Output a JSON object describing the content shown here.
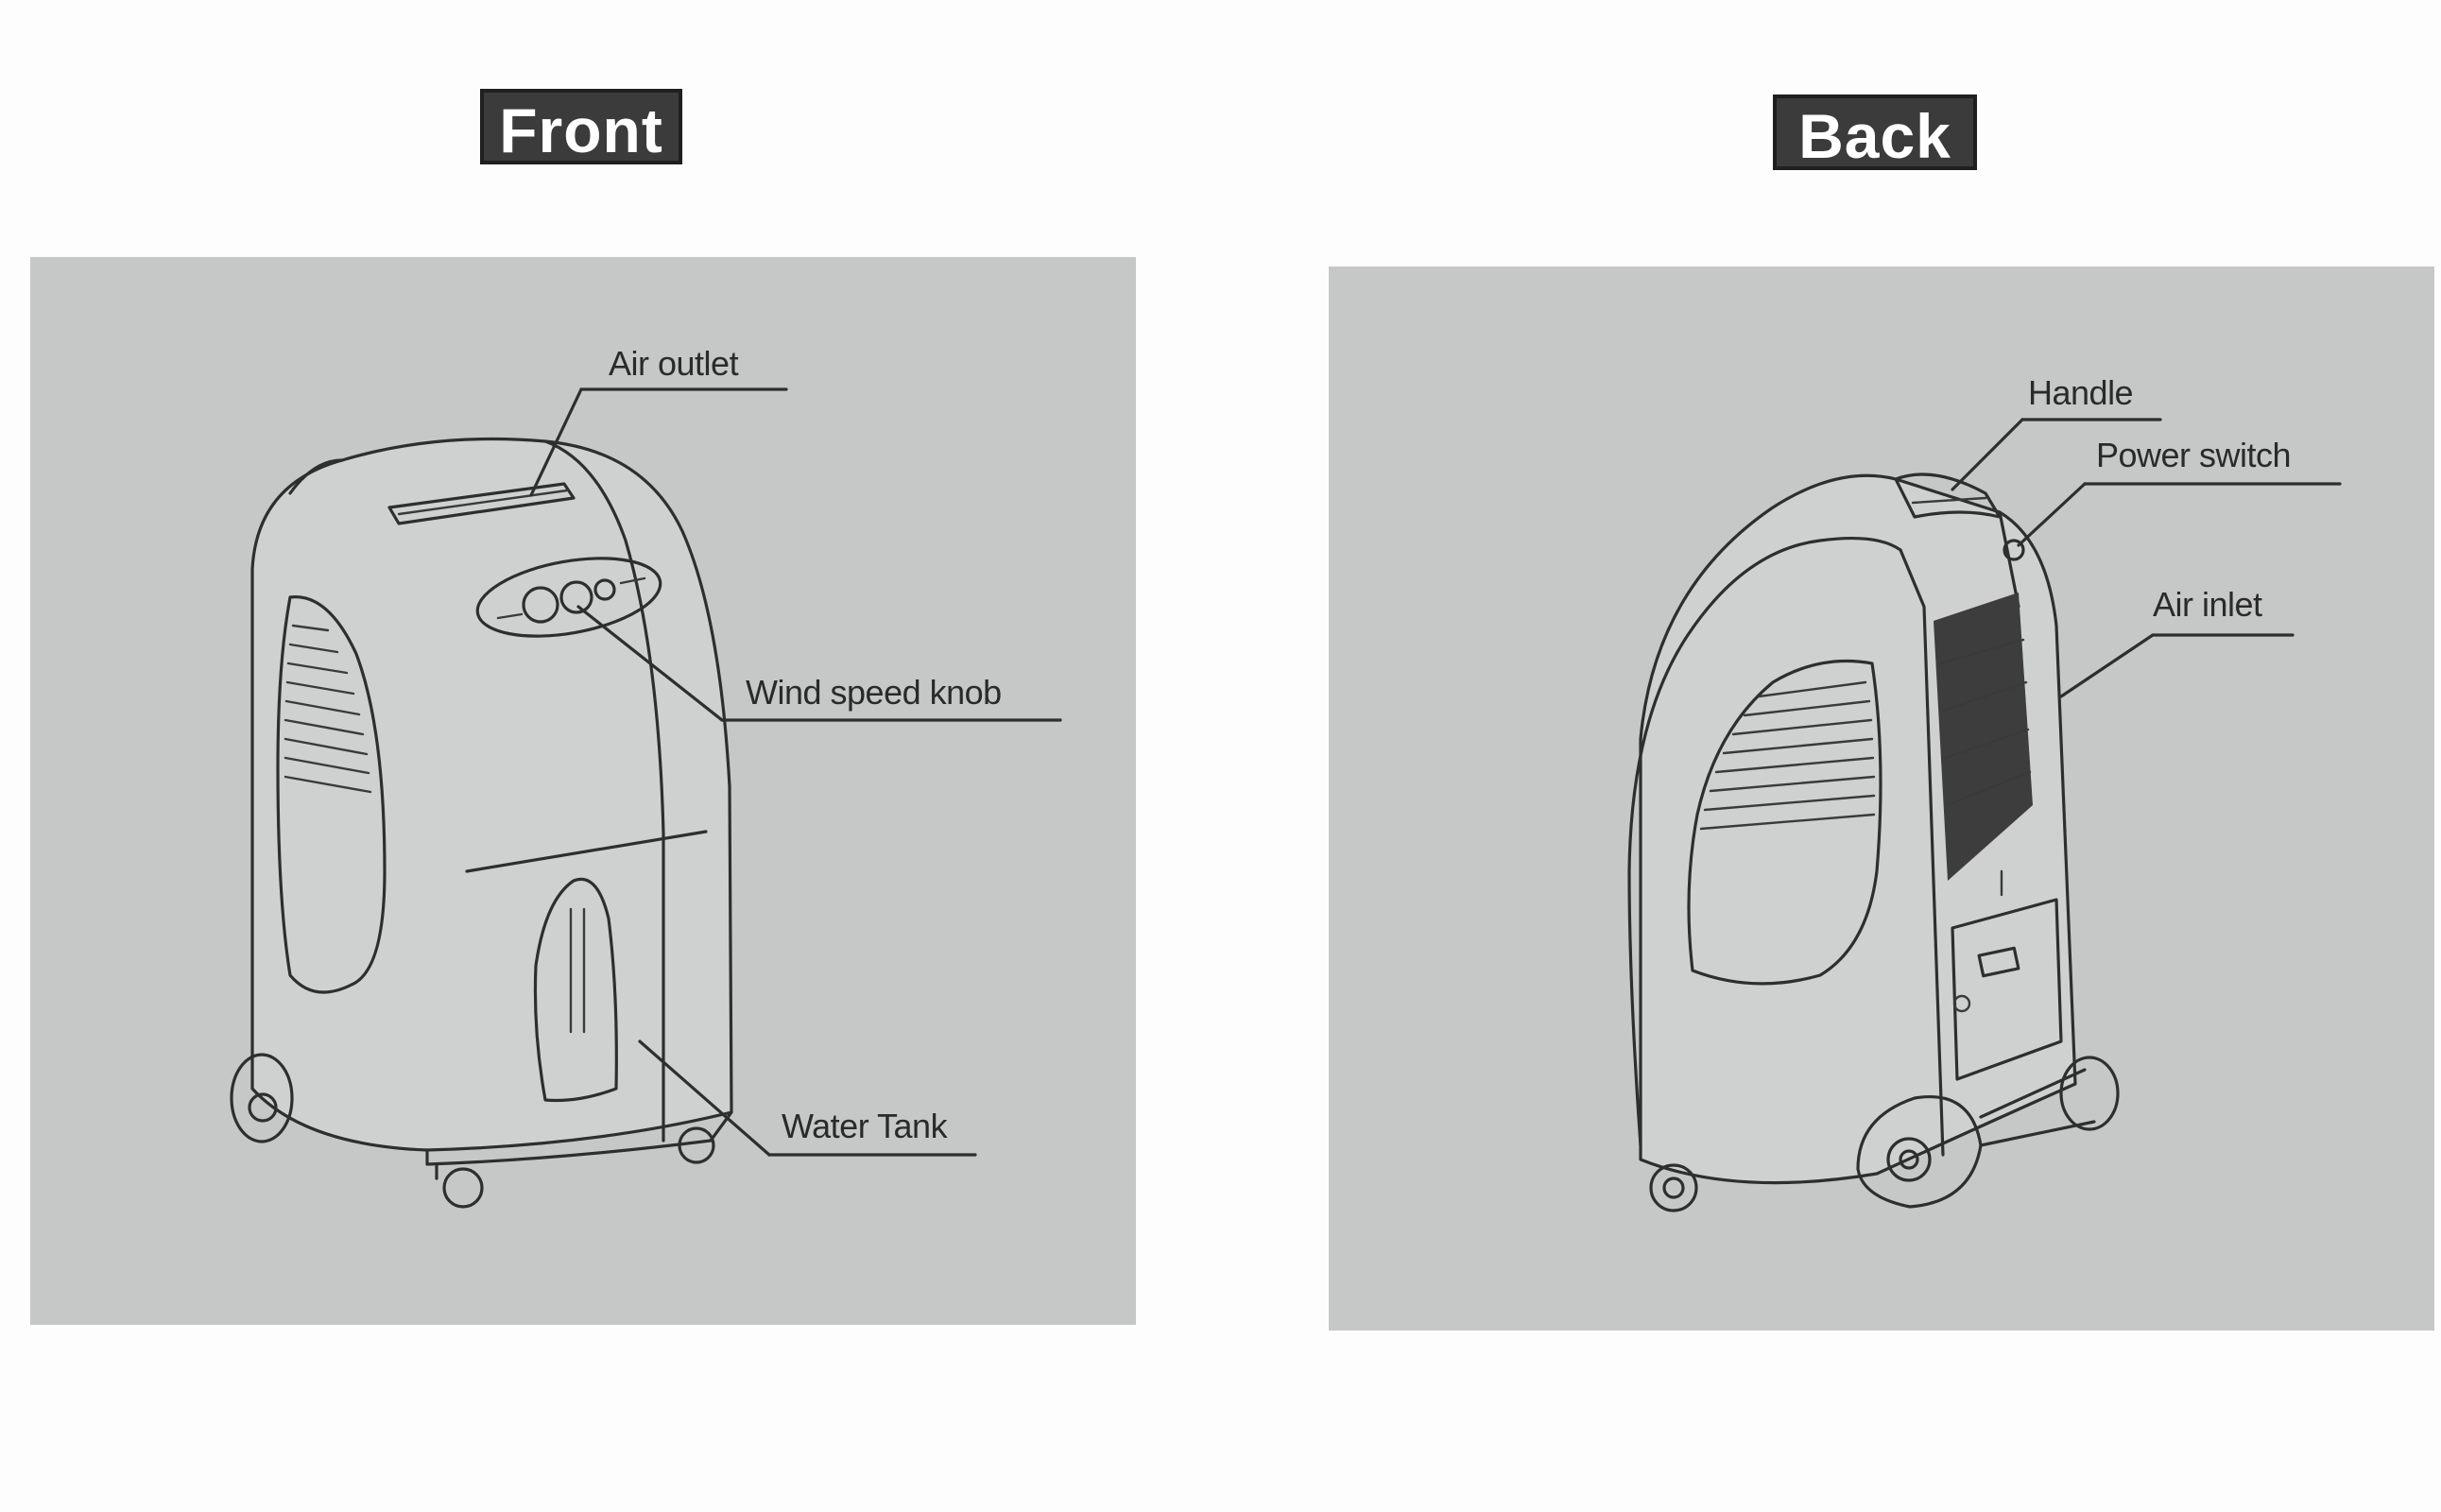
{
  "headers": {
    "front": "Front",
    "back": "Back"
  },
  "front": {
    "labels": {
      "air_outlet": "Air outlet",
      "wind_speed_knob": "Wind speed knob",
      "water_tank": "Water Tank"
    }
  },
  "back": {
    "labels": {
      "handle": "Handle",
      "power_switch": "Power switch",
      "air_inlet": "Air inlet"
    }
  },
  "colors": {
    "panel_background": "#c6c8c7",
    "badge_background": "#3b3b3b",
    "badge_text": "#ffffff",
    "line_art": "#2e2e2e"
  }
}
